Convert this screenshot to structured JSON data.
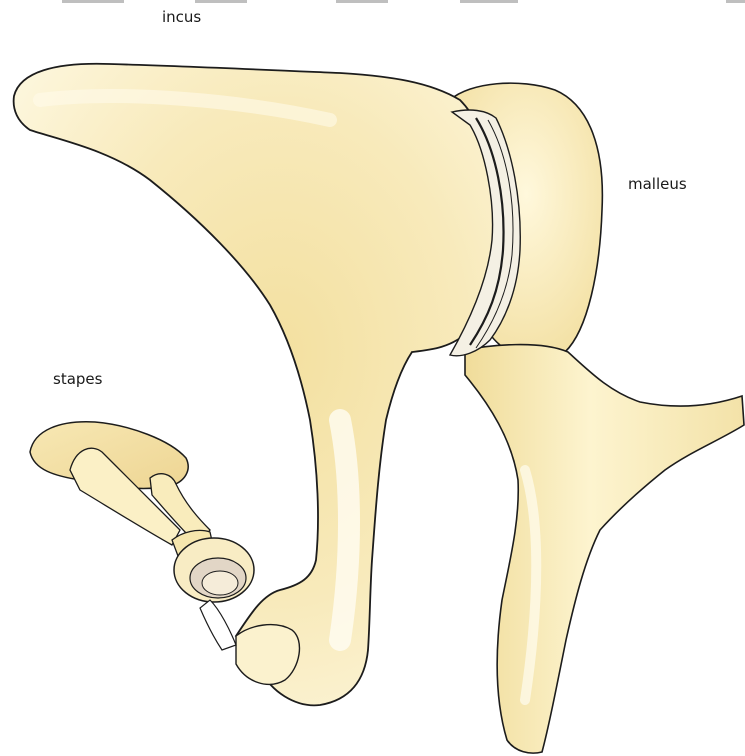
{
  "labels": {
    "incus": "incus",
    "malleus": "malleus",
    "stapes": "stapes"
  },
  "colors": {
    "bone_light": "#fdf6d8",
    "bone_mid": "#f6e7ad",
    "bone_dark": "#e8d08a",
    "outline": "#1c1c1c",
    "joint_gray": "#d9d2c6",
    "background": "#ffffff"
  }
}
